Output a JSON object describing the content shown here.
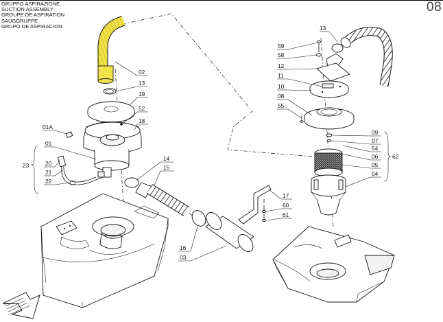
{
  "header": {
    "titles": [
      "GRUPPO ASPIRAZIONE",
      "SUCTION ASSEMBLY",
      "GROUPE DE ASPIRATION",
      "SAUGGRUPPE",
      "GRUPO DE ASPIRACION"
    ],
    "page_number": "08"
  },
  "labels": {
    "l02": "02",
    "l13a": "13",
    "l19": "19",
    "l52": "52",
    "l18": "18",
    "l01A": "01A",
    "l01": "01",
    "l23": "23",
    "l20": "20",
    "l21": "21",
    "l22": "22",
    "l14": "14",
    "l15": "15",
    "l16": "16",
    "l03": "03",
    "l13b": "13",
    "l59": "59",
    "l58": "58",
    "l12": "12",
    "l11": "11",
    "l10": "10",
    "l08": "08",
    "l55": "55",
    "l09": "09",
    "l07": "07",
    "l54": "54",
    "l06": "06",
    "l05": "05",
    "l04": "04",
    "l62": "62",
    "l17": "17",
    "l60": "60",
    "l61": "61"
  },
  "colors": {
    "highlight_hose": "#f2e34a",
    "highlight_hose_dark": "#c9b31c",
    "line": "#111111"
  },
  "icons": {
    "arrow": "direction-arrow-icon"
  }
}
